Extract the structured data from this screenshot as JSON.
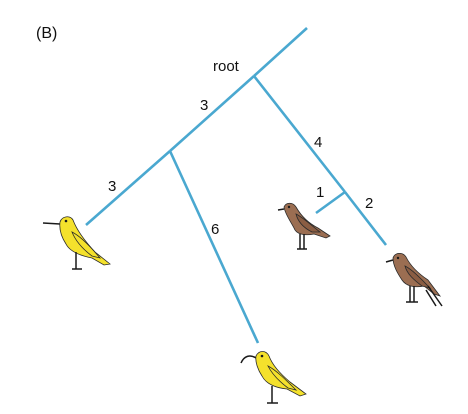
{
  "panel_label": "(B)",
  "tree": {
    "root_label": "root",
    "branch_lengths": {
      "root_to_yellow_clade": "3",
      "yellow_clade_to_left_yellow": "3",
      "yellow_clade_to_bottom_yellow": "6",
      "root_to_brown_clade": "4",
      "brown_clade_to_left_brown": "1",
      "brown_clade_to_right_brown": "2"
    }
  },
  "colors": {
    "branch": "#4aa8d0",
    "yellow_bird": "#f4e12c",
    "brown_bird": "#9b6e52"
  },
  "icons": [
    "yellow-bird-icon",
    "yellow-curved-beak-bird-icon",
    "brown-bird-icon",
    "brown-long-tail-bird-icon"
  ]
}
